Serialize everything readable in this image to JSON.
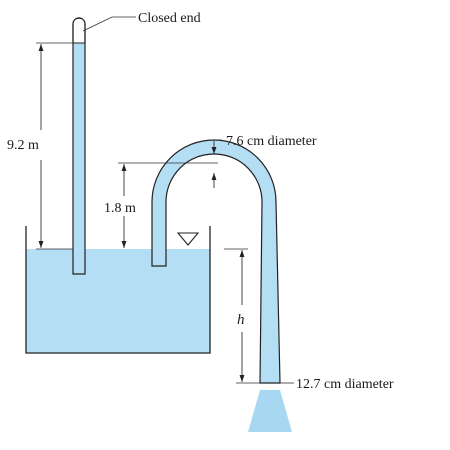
{
  "labels": {
    "closed_end": "Closed end",
    "height_top": "9.2 m",
    "height_siphon": "1.8 m",
    "depth_h": "h",
    "diameter_top": "7.6 cm diameter",
    "diameter_exit": "12.7 cm diameter"
  },
  "colors": {
    "water": "#b3def3",
    "outline": "#222222",
    "dimension": "#333333",
    "jet": "#a8d8f1"
  }
}
